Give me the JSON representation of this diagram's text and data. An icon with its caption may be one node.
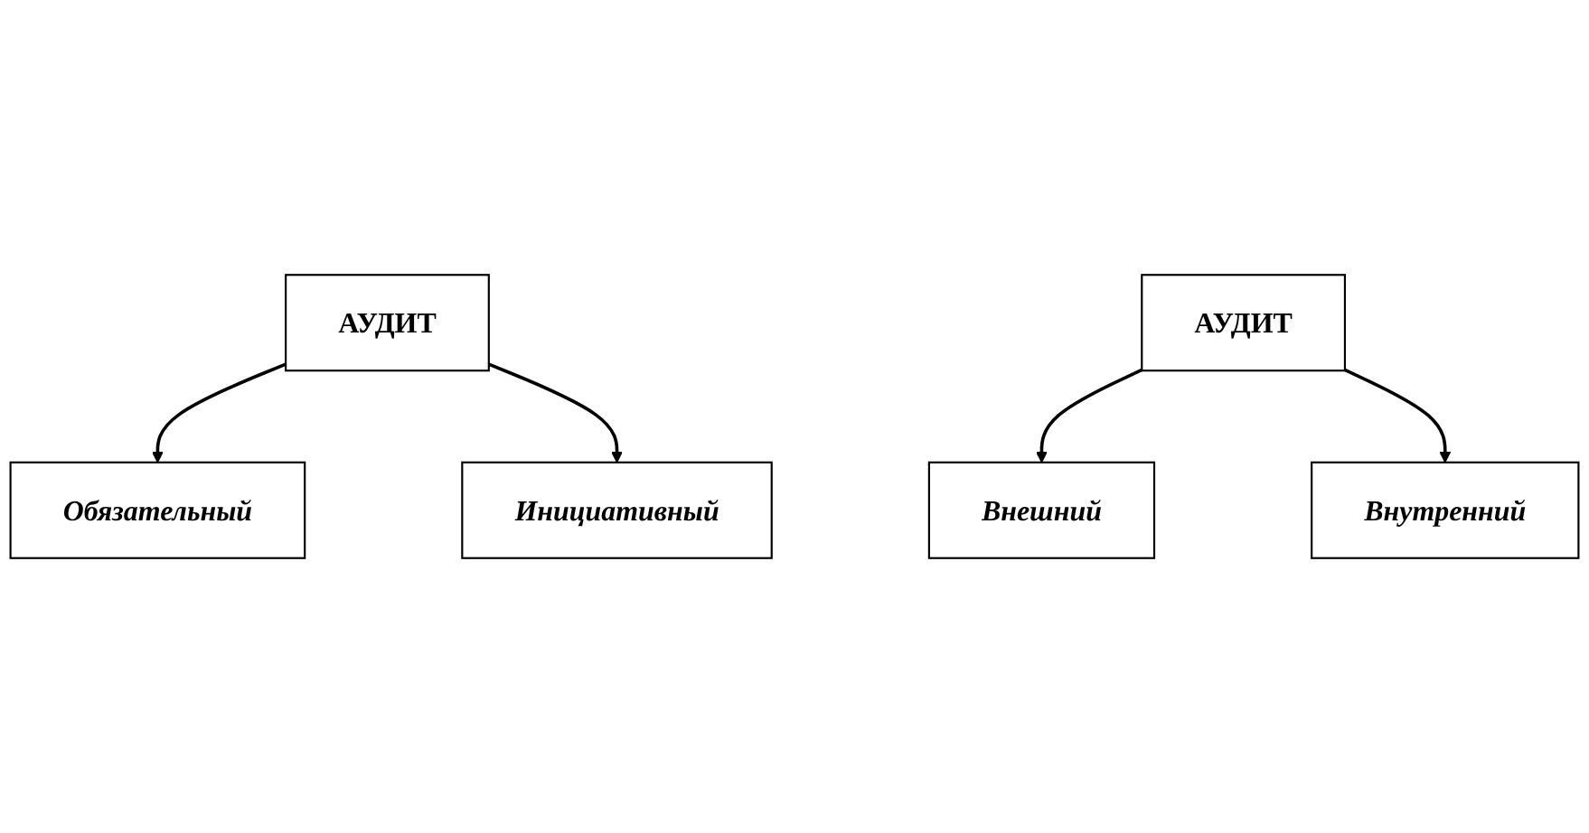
{
  "diagram": {
    "nodes": [
      {
        "text": [
          "АУДИТ"
        ]
      },
      {
        "text": [
          "Обязательный"
        ]
      },
      {
        "text": [
          "Инициативный"
        ]
      },
      {
        "text": [
          "АУДИТ"
        ]
      },
      {
        "text": [
          "Внешний"
        ]
      },
      {
        "text": [
          "Внутренний"
        ]
      }
    ],
    "edges": [
      {
        "from": 0,
        "to": 1,
        "arrow": "to"
      },
      {
        "from": 0,
        "to": 2,
        "arrow": "to"
      },
      {
        "from": 3,
        "to": 4,
        "arrow": "to"
      },
      {
        "from": 3,
        "to": 5,
        "arrow": "to"
      }
    ]
  }
}
